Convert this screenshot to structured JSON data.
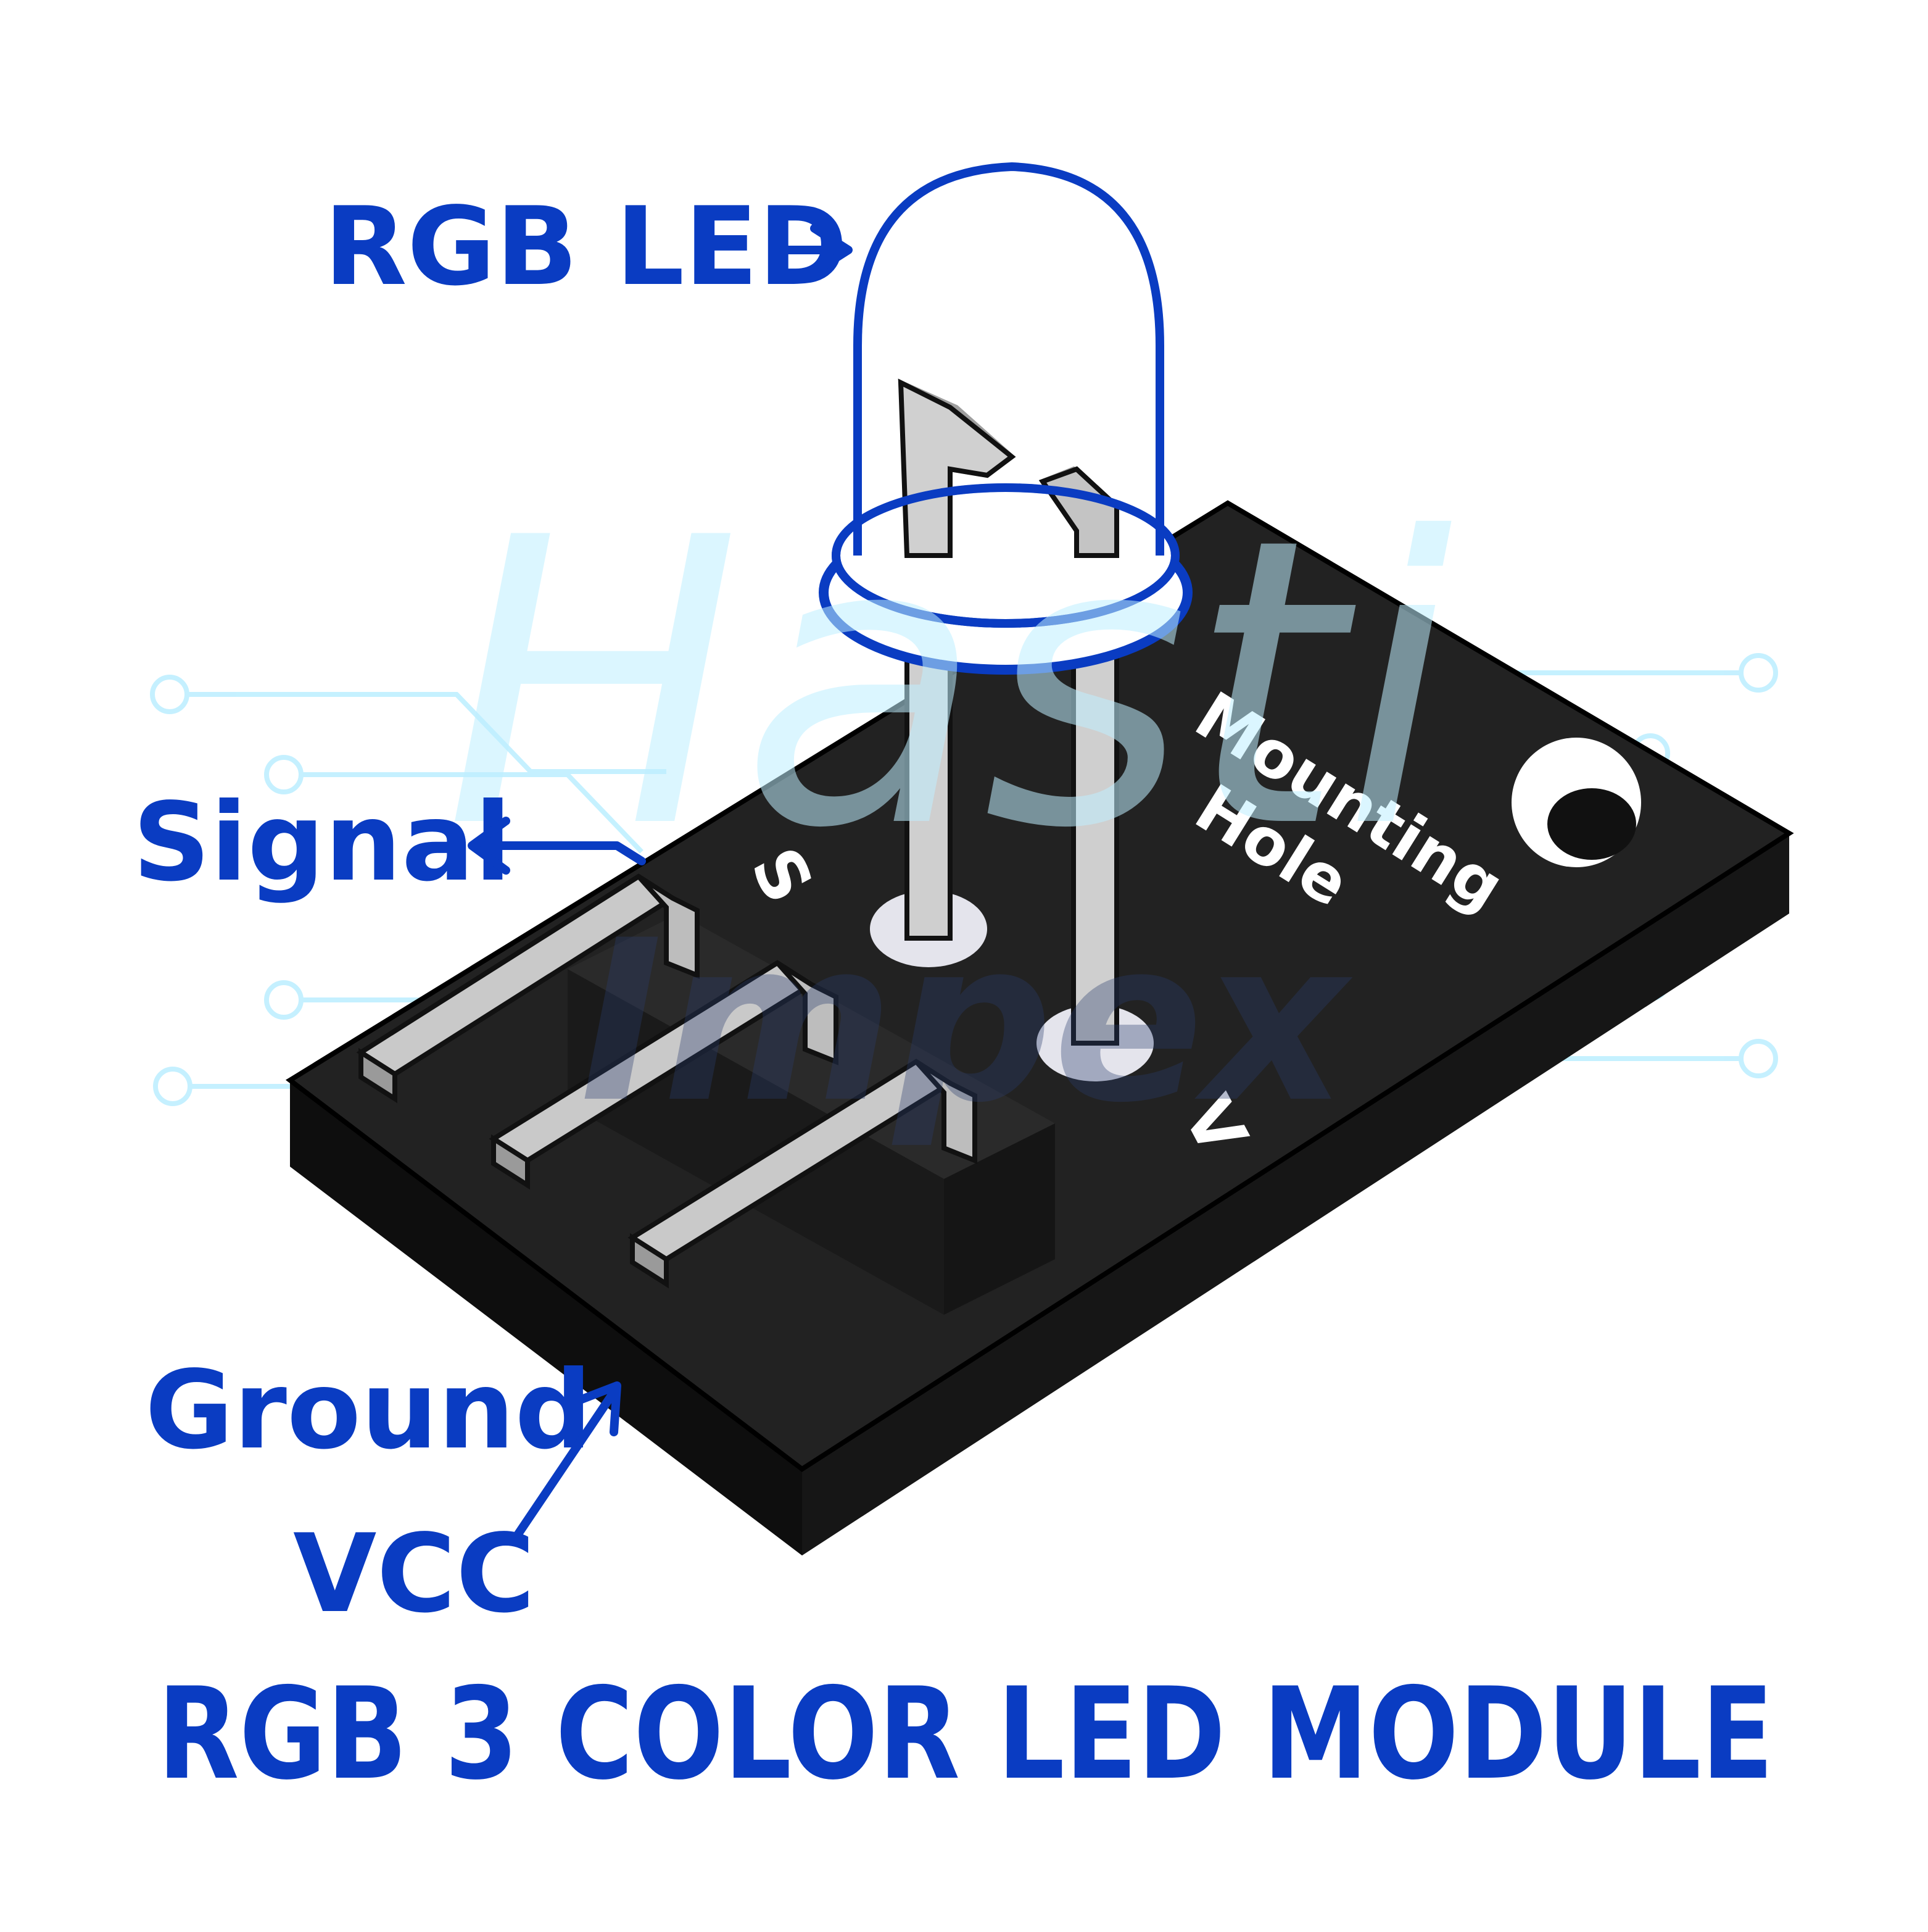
{
  "labels": {
    "rgb_led": "RGB LED",
    "signal": "Signal",
    "ground": "Ground",
    "vcc": "VCC",
    "mounting_hole": "Mounting",
    "mounting_hole_2": "Hole",
    "pin_s": "S",
    "pin_v": "V"
  },
  "title": "RGB 3 COLOR LED MODULE",
  "watermark": {
    "line1": "Hasti",
    "line2": "Impex"
  },
  "colors": {
    "label_blue": "#0a3cc2",
    "board": "#1d1d1d",
    "pin_metal": "#c9c9c9",
    "watermark_cyan": "#bfefff",
    "watermark_navy": "#2a3d6e"
  }
}
